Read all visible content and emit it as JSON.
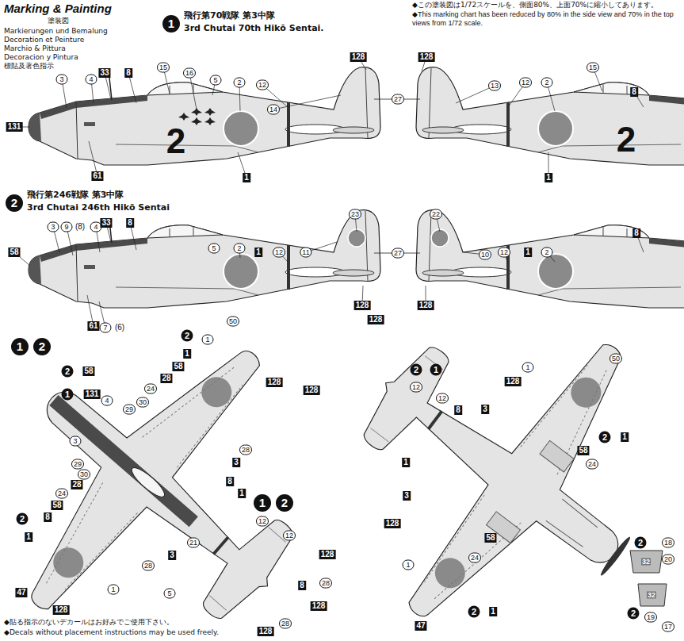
{
  "diagram": {
    "title": "Marking & Painting",
    "labels": [
      "塗装図",
      "Markierungen und Bemalung",
      "Decoration et Peinture",
      "Marchio & Pittura",
      "Decoracion y Pintura",
      "標貼及著色指示",
      "◆この塗装図は1/72スケールを、側面80%、上面70%に縮小してあります。",
      "◆This marking chart has been reduced by 80% in the side view and 70% in the top views from 1/72 scale.",
      "1",
      "飛行第70戦隊 第3中隊",
      "3rd Chutai 70th Hikō Sentai.",
      "2",
      "飛行第246戦隊 第3中隊",
      "3rd Chutai 246th Hikō Sentai",
      "131",
      "3",
      "4",
      "33",
      "8",
      "15",
      "16",
      "5",
      "2",
      "12",
      "14",
      "128",
      "61",
      "1",
      "2",
      "27",
      "128",
      "13",
      "12",
      "2",
      "15",
      "8",
      "1",
      "2",
      "58",
      "3",
      "9",
      "(8)",
      "4",
      "33",
      "8",
      "5",
      "2",
      "1",
      "12",
      "11",
      "23",
      "27",
      "61",
      "7",
      "(6)",
      "128",
      "22",
      "10",
      "12",
      "1",
      "2",
      "8",
      "128",
      "1",
      "2",
      "2",
      "58",
      "1",
      "131",
      "2",
      "1",
      "58",
      "28",
      "24",
      "30",
      "29",
      "4",
      "1",
      "50",
      "128",
      "3",
      "29",
      "30",
      "28",
      "24",
      "58",
      "3",
      "28",
      "8",
      "2",
      "8",
      "1",
      "47",
      "128",
      "1",
      "28",
      "21",
      "3",
      "5",
      "1",
      "1",
      "2",
      "12",
      "12",
      "128",
      "8",
      "28",
      "128",
      "28",
      "128",
      "128",
      "2",
      "1",
      "12",
      "12",
      "128",
      "8",
      "3",
      "1",
      "3",
      "128",
      "128",
      "1",
      "50",
      "2",
      "1",
      "58",
      "24",
      "58",
      "24",
      "1",
      "47",
      "2",
      "1",
      "2",
      "18",
      "20",
      "32",
      "32",
      "2",
      "19",
      "17",
      "◆貼る指示のないデカールはお好みでご使用下さい。",
      "◆Decals without placement instructions may be used freely."
    ]
  }
}
